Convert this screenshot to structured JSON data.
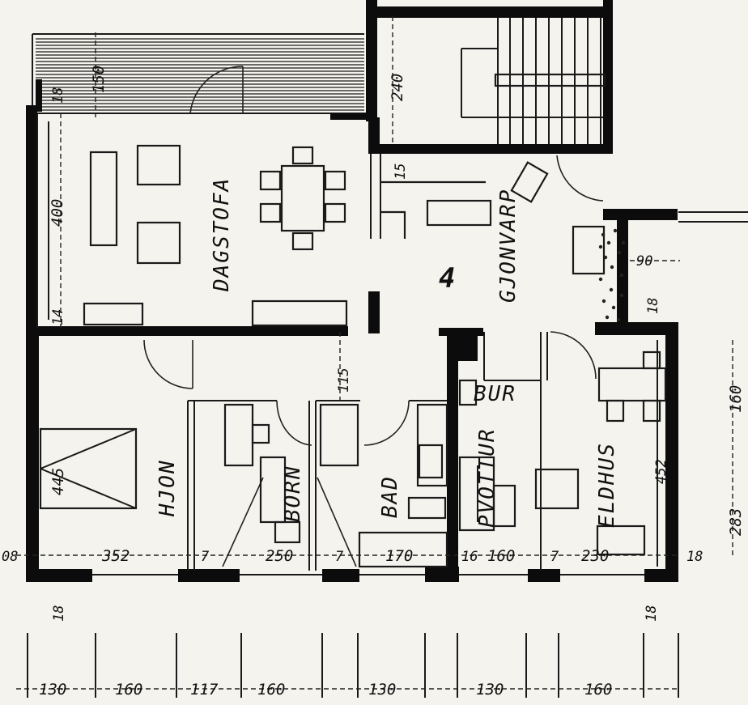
{
  "rooms": {
    "living": "DAGSTOFA",
    "hall": "GJONVARP",
    "bedroom": "HJON",
    "kids": "BORN",
    "bath": "BAD",
    "pantry": "BUR",
    "laundry": "PVOTTUR",
    "kitchen": "ELDHUS",
    "stair_number": "4"
  },
  "dimensions": {
    "balcony_depth": "150",
    "stair_depth": "240",
    "living_depth": "400",
    "living_wall": "14",
    "top_left_wall": "18",
    "hall_wall": "15",
    "door_width": "115",
    "bedroom_depth": "445",
    "kitchen_upper": "160",
    "kitchen_lower": "283",
    "kitchen_inner": "452",
    "duct_90": "90",
    "duct_18": "18",
    "row_bedroom": "352",
    "row_kids": "250",
    "row_bath": "170",
    "row_laundry": "160",
    "row_kitchen": "230",
    "row_7a": "7",
    "row_7b": "7",
    "row_7c": "7",
    "row_16": "16",
    "row_18_right": "18",
    "row_08_left": "08",
    "left_18_bottom": "18",
    "right_18_bottom": "18",
    "grid_1": "130",
    "grid_2": "160",
    "grid_3": "117",
    "grid_4": "160",
    "grid_5": "130",
    "grid_6": "130",
    "grid_7": "160"
  }
}
